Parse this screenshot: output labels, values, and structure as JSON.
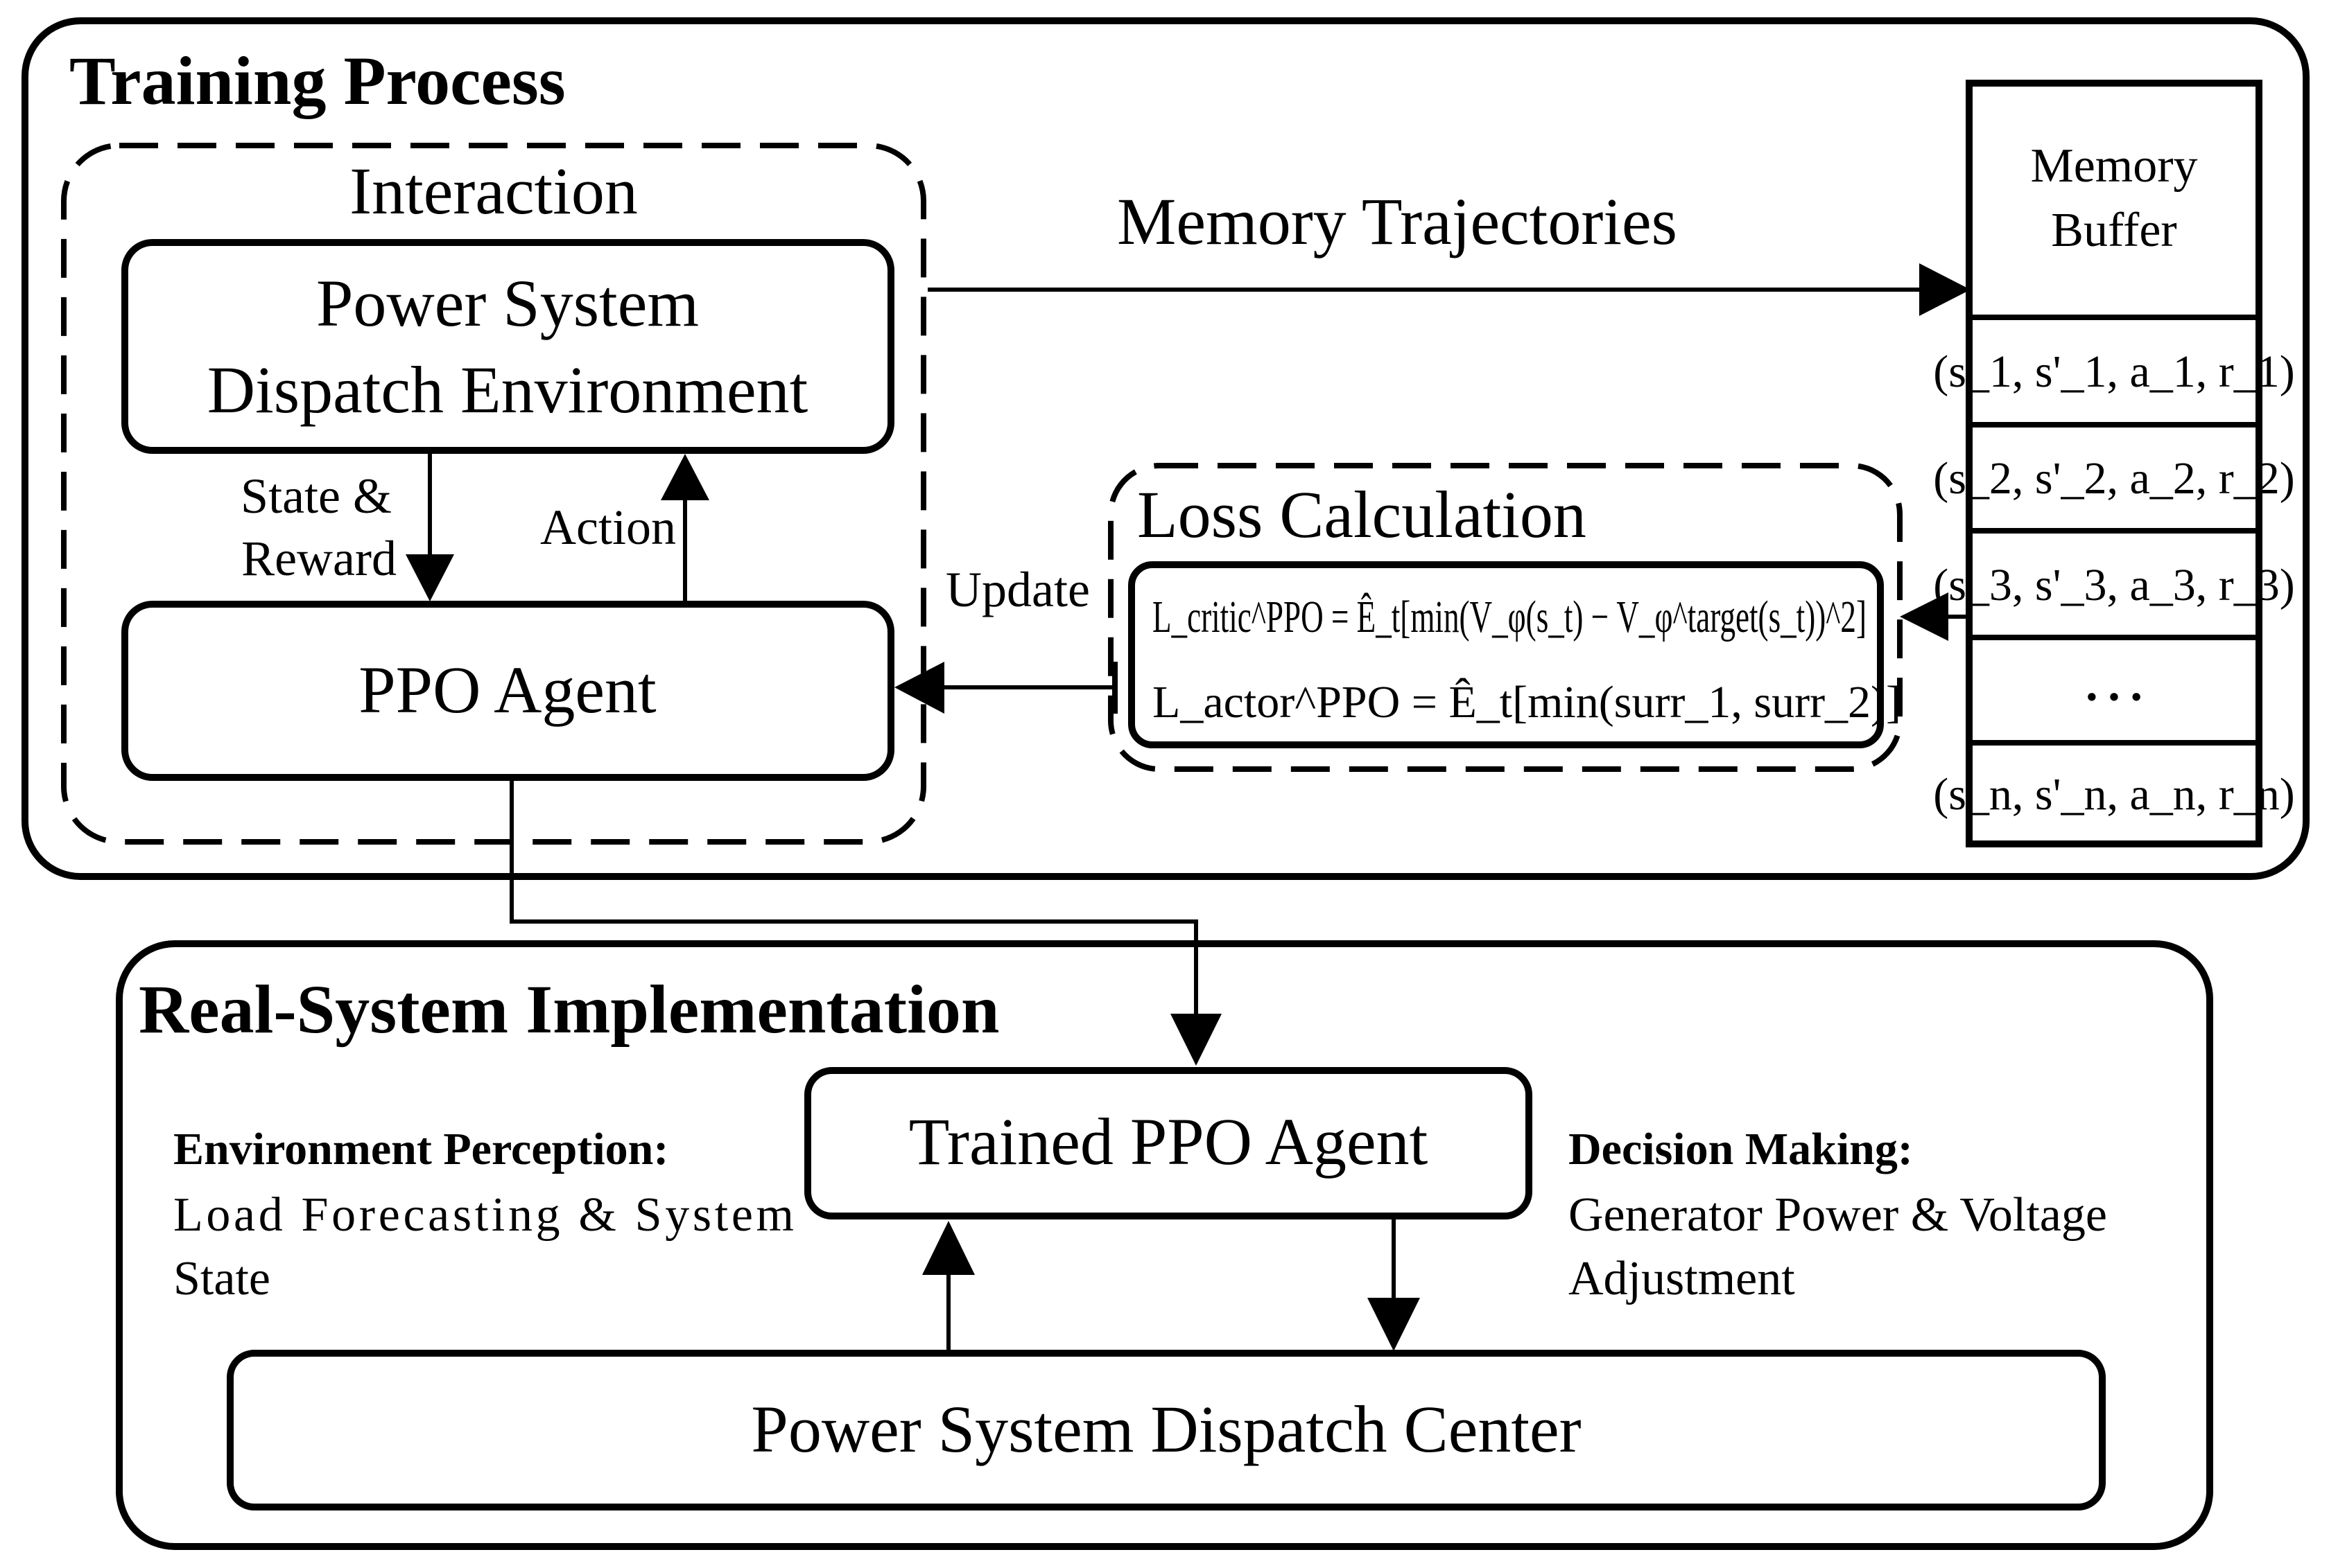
{
  "training": {
    "title": "Training Process",
    "interaction_title": "Interaction",
    "env_line1": "Power System",
    "env_line2": "Dispatch Environment",
    "agent": "PPO Agent",
    "state_line1": "State &",
    "state_line2": "Reward",
    "action": "Action",
    "update": "Update",
    "memory_trajectories": "Memory Trajectories",
    "loss_title": "Loss Calculation",
    "critic_formula": "L_critic^PPO = Ê_t[min(V_φ(s_t) − V_φ^target(s_t))^2]",
    "actor_formula": "L_actor^PPO = Ê_t[min(surr_1, surr_2)]",
    "memory_line1": "Memory",
    "memory_line2": "Buffer",
    "memory_rows": [
      "(s_1, s'_1, a_1, r_1)",
      "(s_2, s'_2, a_2, r_2)",
      "(s_3, s'_3, a_3, r_3)",
      "…",
      "(s_n, s'_n, a_n, r_n)"
    ]
  },
  "real": {
    "title": "Real-System Implementation",
    "trained_agent": "Trained PPO Agent",
    "perception_title": "Environment Perception:",
    "perception_line1": "Load Forecasting & System",
    "perception_line2": "State",
    "decision_title": "Decision Making:",
    "decision_line1": "Generator Power & Voltage",
    "decision_line2": "Adjustment",
    "center": "Power System Dispatch Center"
  }
}
